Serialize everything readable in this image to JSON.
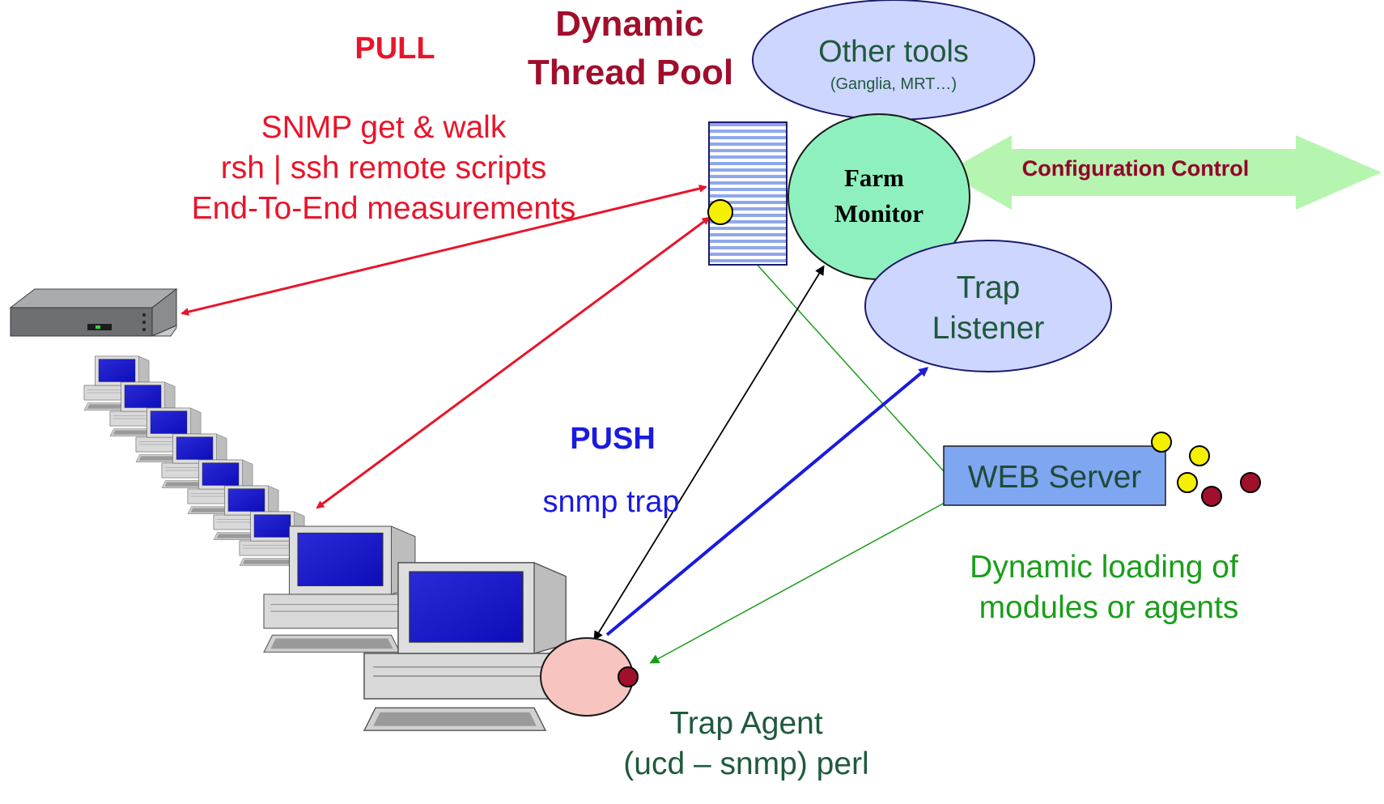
{
  "labels": {
    "pull": "PULL",
    "thread_pool_line1": "Dynamic",
    "thread_pool_line2": "Thread Pool",
    "pull_methods": [
      "SNMP  get & walk",
      "rsh | ssh remote scripts",
      "End-To-End measurements"
    ],
    "other_tools_title": "Other tools",
    "other_tools_sub": "(Ganglia, MRT…)",
    "farm_monitor_line1": "Farm",
    "farm_monitor_line2": "Monitor",
    "config_control": "Configuration Control",
    "trap_listener_line1": "Trap",
    "trap_listener_line2": "Listener",
    "push": "PUSH",
    "snmp_trap": "snmp trap",
    "web_server": "WEB Server",
    "dynamic_loading": [
      "Dynamic loading of",
      "modules or agents"
    ],
    "trap_agent_line1": "Trap Agent",
    "trap_agent_line2": "(ucd – snmp) perl"
  },
  "icons": {
    "router": "router-device-icon",
    "workstation": "desktop-computer-icon",
    "module_dot": "module-dot-icon"
  },
  "colors": {
    "pull_red": "#e8152b",
    "title_dark_red": "#a10e2c",
    "push_blue": "#1a1ae0",
    "green_text": "#1a9e1a",
    "dark_green_text": "#1f5a3c",
    "farm_monitor_fill": "#8ff0bf",
    "ellipse_fill": "#cdd6ff",
    "web_server_fill": "#7fa6f0",
    "config_arrow": "#b5f5b0",
    "yellow_dot": "#f5f000",
    "dark_red_dot": "#a0102c",
    "trap_agent_fill": "#f7c4c0"
  }
}
